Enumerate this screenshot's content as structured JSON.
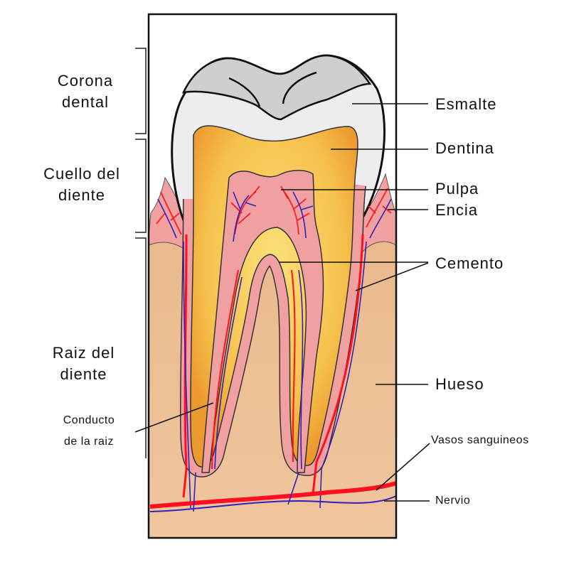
{
  "title": "Tooth anatomy diagram",
  "left_labels": {
    "corona": [
      "Corona",
      "dental"
    ],
    "cuello": [
      "Cuello del",
      "diente"
    ],
    "raiz": [
      "Raiz del",
      "diente"
    ],
    "conducto": [
      "Conducto",
      "de la raiz"
    ]
  },
  "right_labels": {
    "esmalte": "Esmalte",
    "dentina": "Dentina",
    "pulpa": "Pulpa",
    "encia": "Encia",
    "cemento": "Cemento",
    "hueso": "Hueso",
    "vasos": "Vasos sanguineos",
    "nervio": "Nervio"
  },
  "colors": {
    "enamel": "#ececec",
    "dentin": "#f5b642",
    "pulp": "#f0a0a0",
    "bone": "#efc49a",
    "artery": "#ff1020",
    "vein": "#3020c0"
  }
}
